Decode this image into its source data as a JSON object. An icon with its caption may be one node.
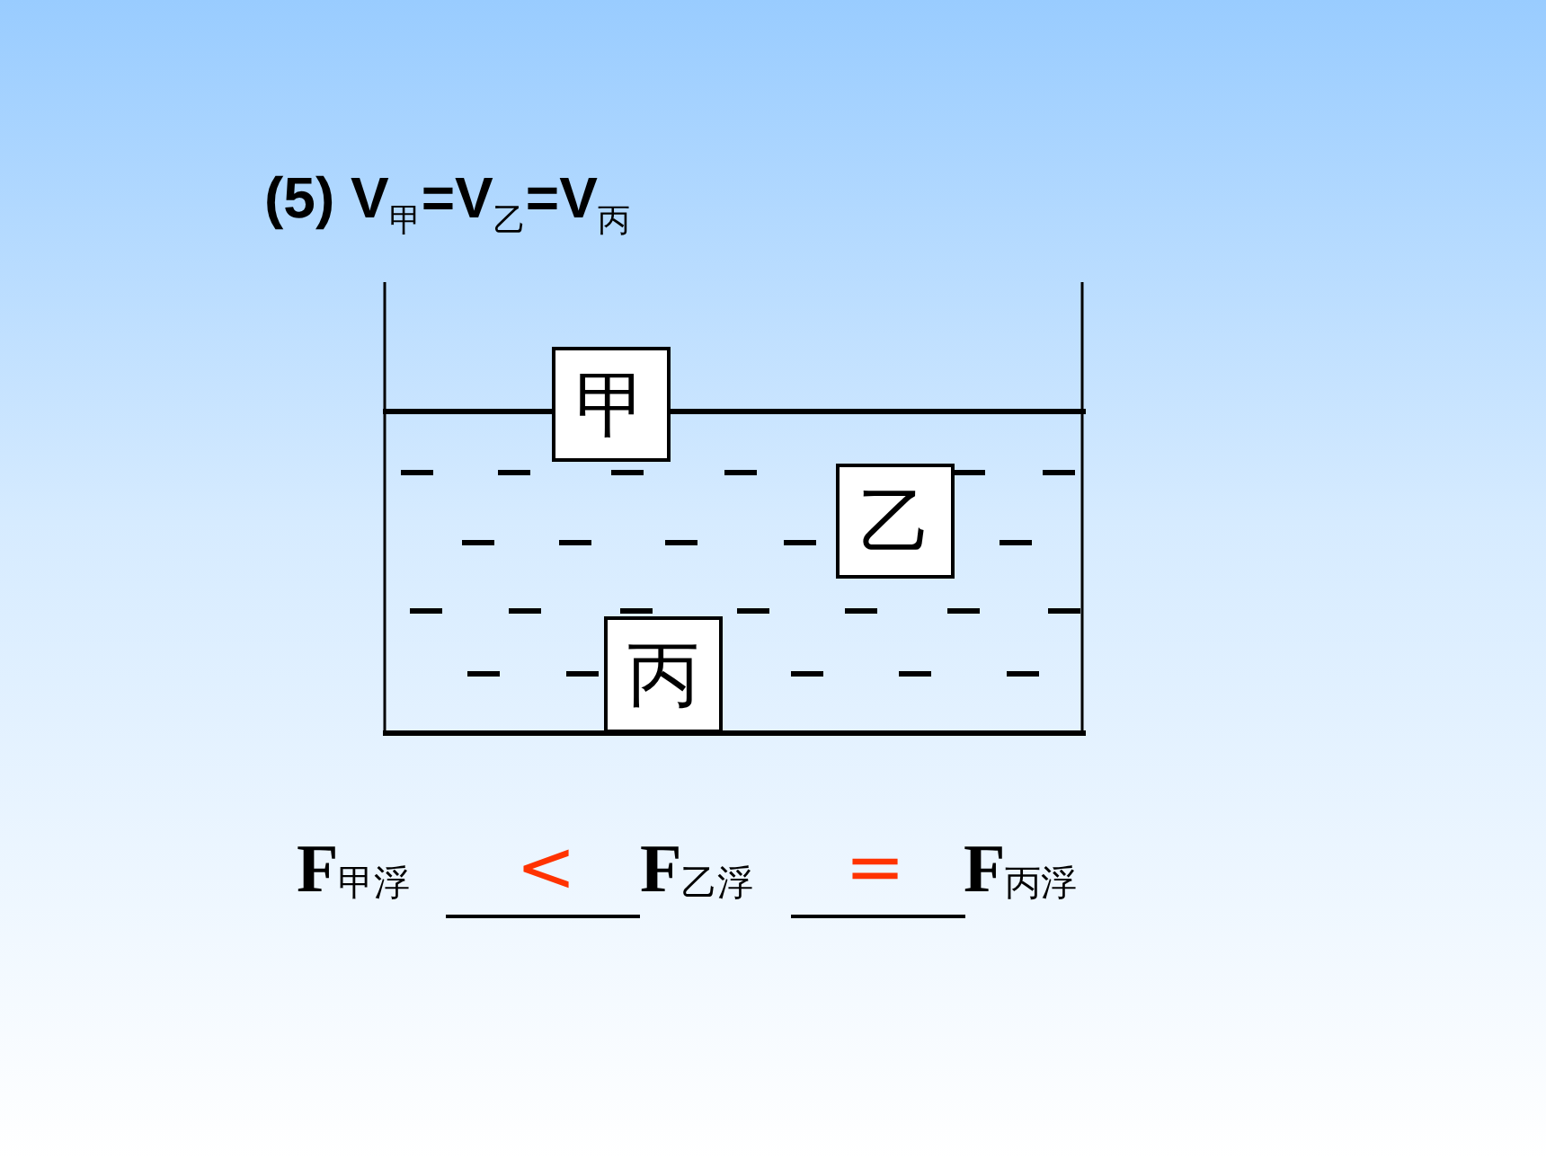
{
  "diagram": {
    "title": "(5) V$_{甲}$=V$_{乙}$=V$_{丙}$",
    "nodes": [
      {
        "text": [
          "甲"
        ]
      },
      {
        "text": [
          "乙"
        ]
      },
      {
        "text": [
          "丙"
        ]
      }
    ],
    "labels": [
      "F$_{甲浮}$",
      "<",
      "F$_{乙浮}$",
      "=",
      "F$_{丙浮}$"
    ]
  }
}
